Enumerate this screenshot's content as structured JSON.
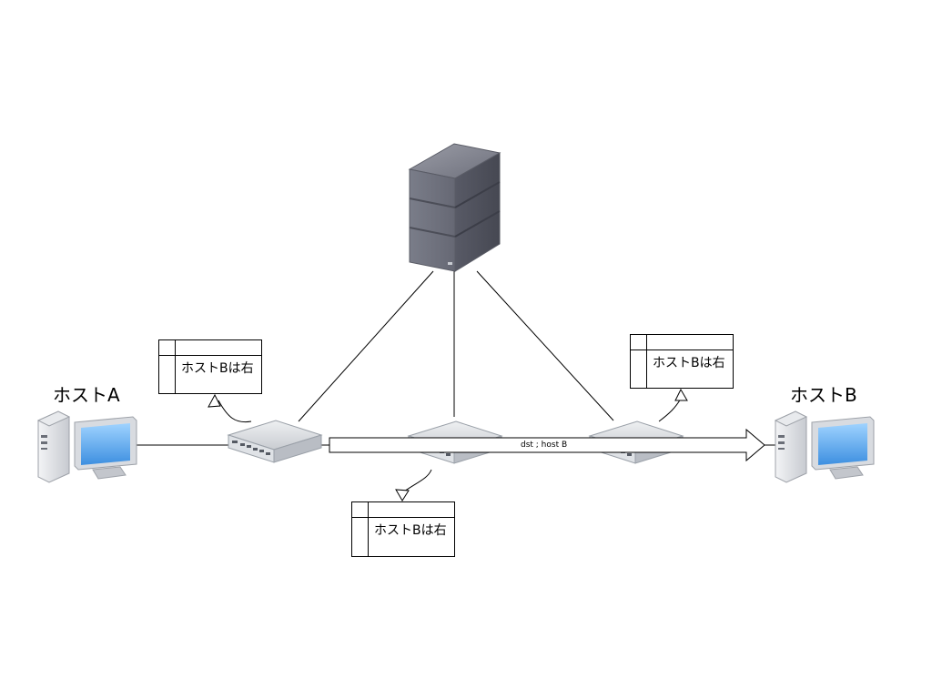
{
  "hosts": {
    "a_label": "ホストA",
    "b_label": "ホストB"
  },
  "tables": {
    "left_text": "ホストBは右",
    "center_text": "ホストBは右",
    "right_text": "ホストBは右"
  },
  "arrow": {
    "label": "dst ; host B"
  },
  "colors": {
    "line": "#000000",
    "server": "#6b6e7a",
    "switch": "#d7dade",
    "screen": "#5aa8f0"
  }
}
